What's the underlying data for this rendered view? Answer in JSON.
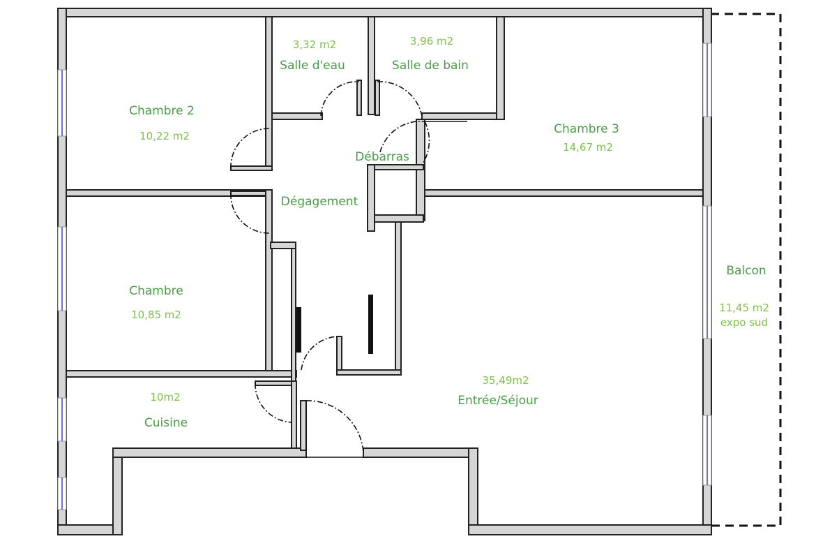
{
  "colors": {
    "room_name": "#4a9e48",
    "area": "#7fc24a",
    "wall_fill": "#d6d6d6",
    "wall_stroke": "#222222",
    "window": "#6f6fd8"
  },
  "rooms": {
    "chambre2": {
      "name": "Chambre 2",
      "area": "10,22 m2"
    },
    "salle_eau": {
      "name": "Salle d'eau",
      "area": "3,32 m2"
    },
    "salle_bain": {
      "name": "Salle de bain",
      "area": "3,96 m2"
    },
    "chambre3": {
      "name": "Chambre 3",
      "area": "14,67 m2"
    },
    "debarras": {
      "name": "Débarras"
    },
    "degagement": {
      "name": "Dégagement"
    },
    "chambre": {
      "name": "Chambre",
      "area": "10,85 m2"
    },
    "balcon": {
      "name": "Balcon",
      "area": "11,45 m2",
      "note": "expo sud"
    },
    "cuisine": {
      "name": "Cuisine",
      "area": "10m2"
    },
    "sejour": {
      "name": "Entrée/Séjour",
      "area": "35,49m2"
    }
  }
}
